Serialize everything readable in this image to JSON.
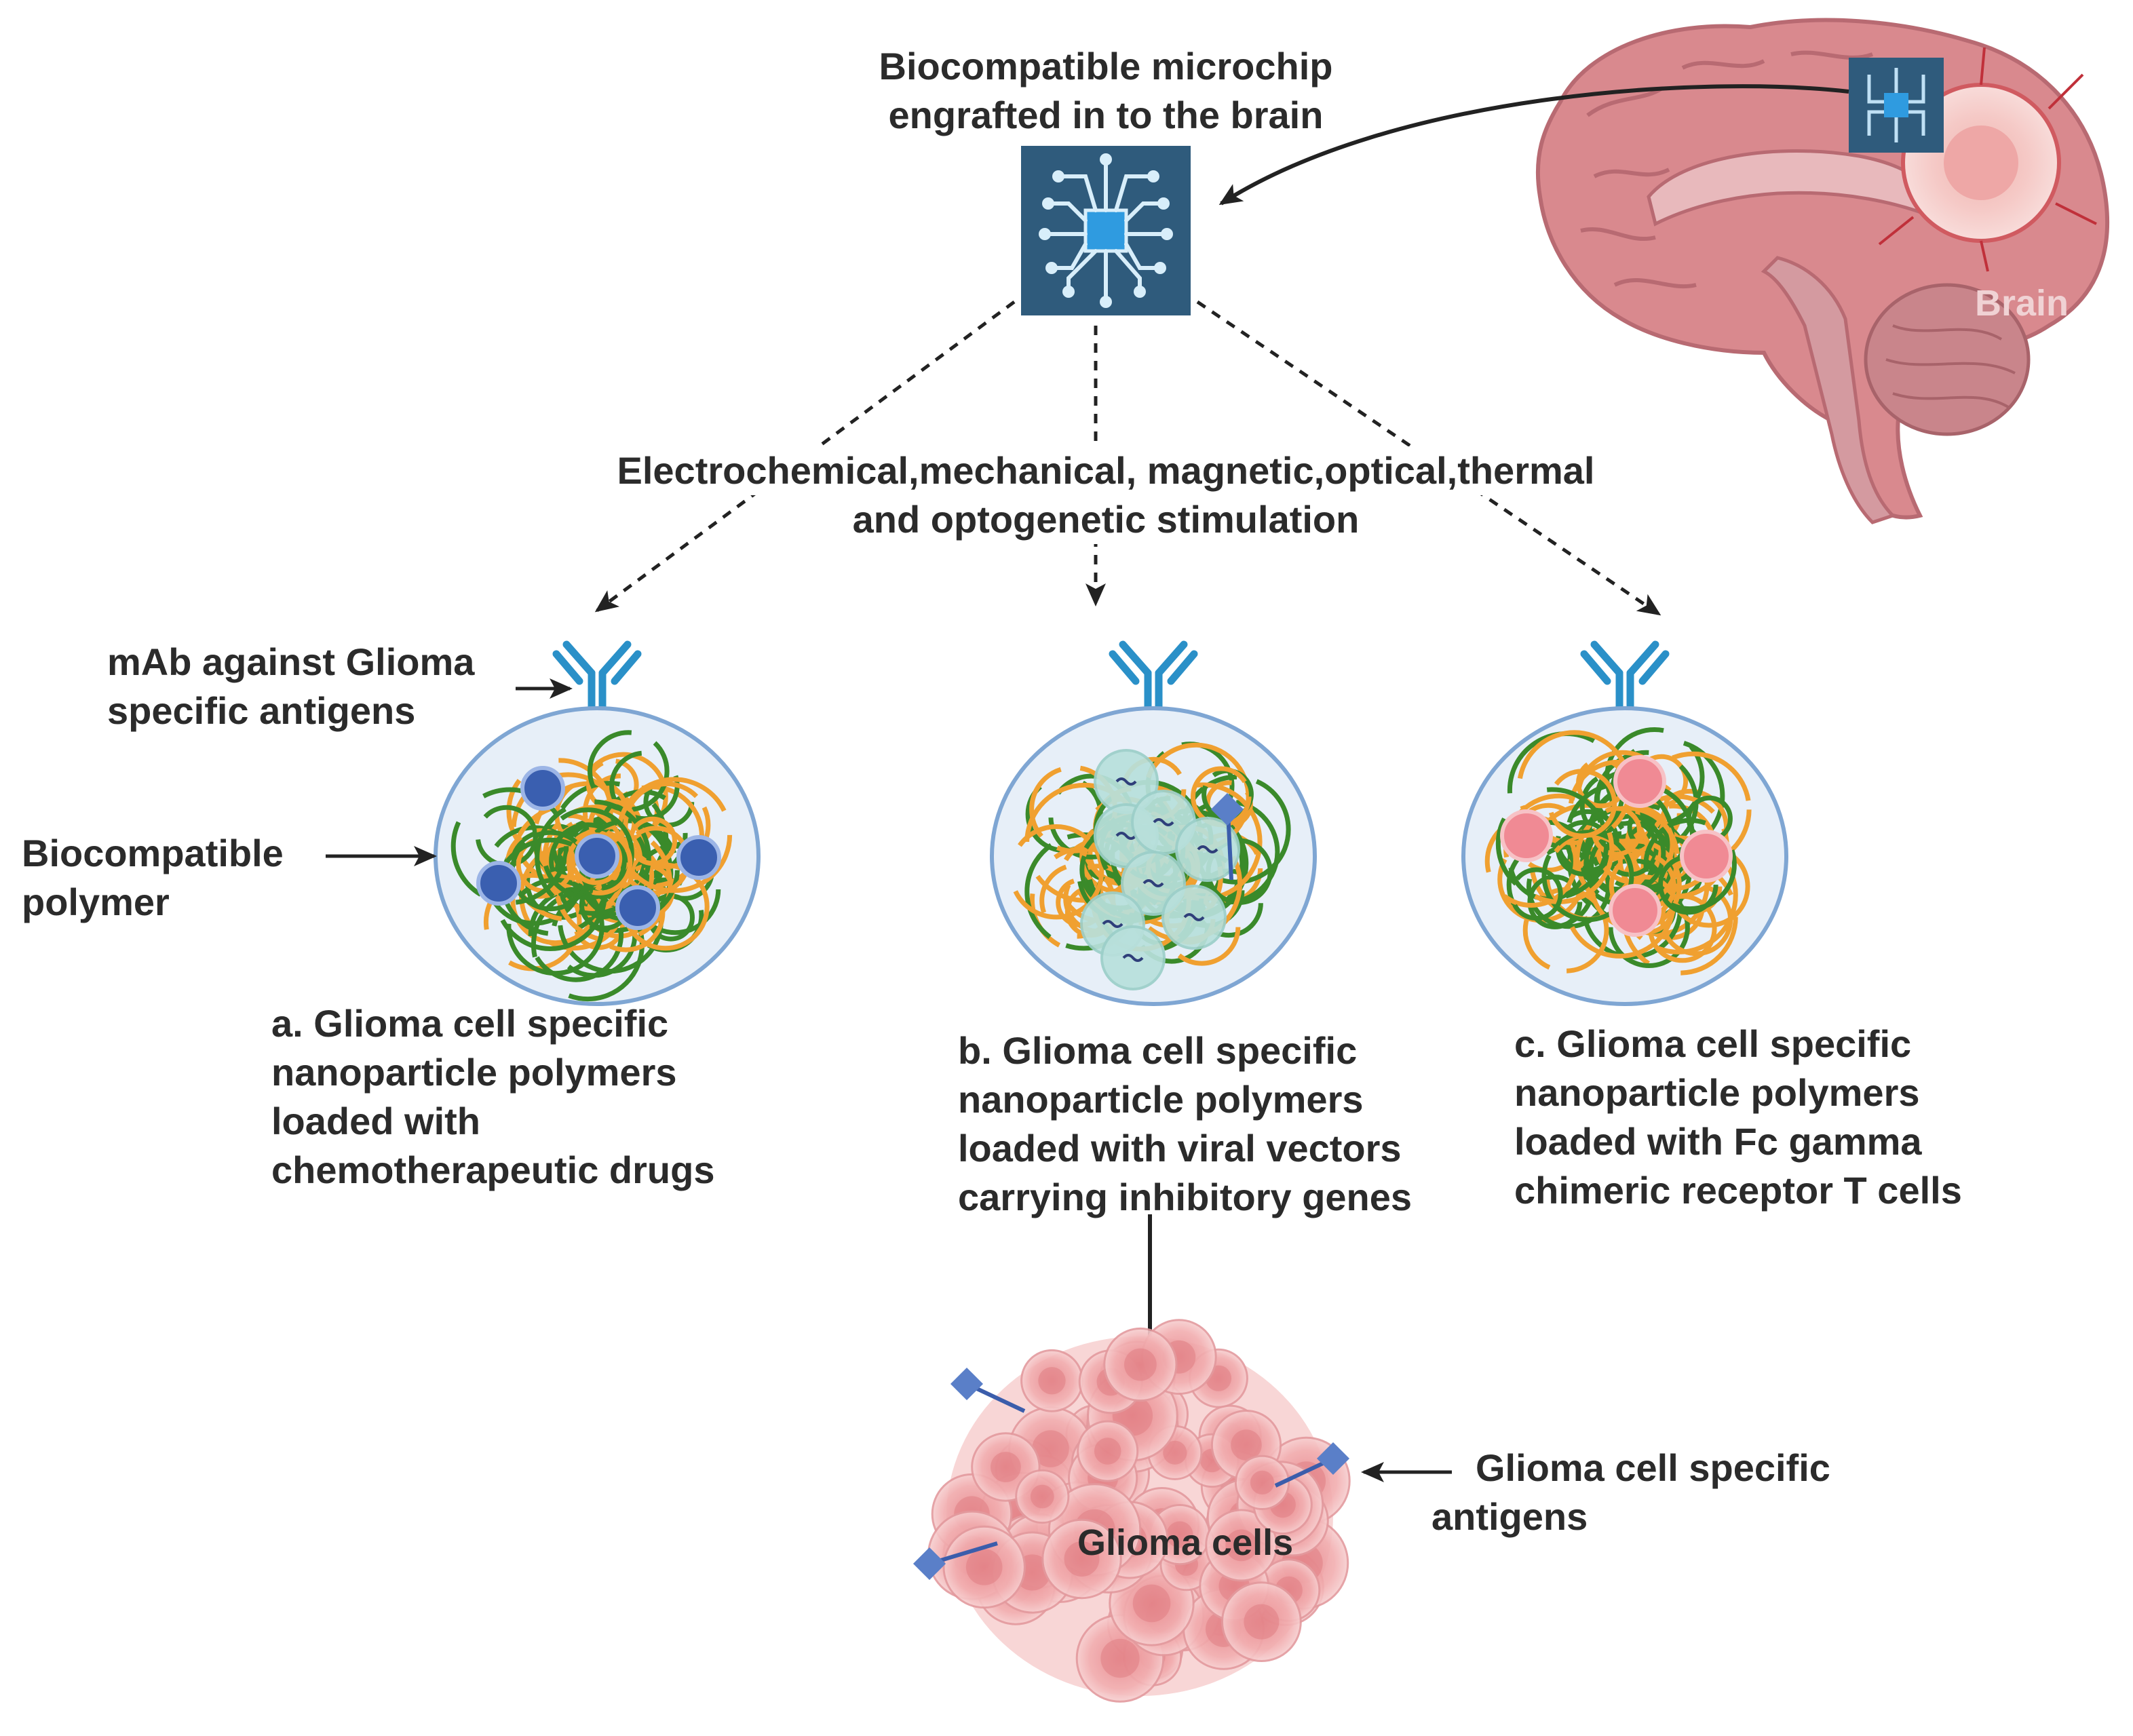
{
  "colors": {
    "chip_bg": "#2f5b7c",
    "chip_core": "#2f9be0",
    "polymer_orange": "#f0a030",
    "polymer_green": "#3a8a2a",
    "drug_blue": "#3a5fb0",
    "viral_vector": "#b8e0dc",
    "tcell_pink": "#f08a94",
    "antibody_blue": "#2a90c8",
    "glioma_pink": "#f2a8aa",
    "brain_pink": "#d9898e",
    "antigen_blue": "#5a7fc8"
  },
  "labels": {
    "microchip": [
      "Biocompatible microchip",
      "engrafted in to the brain"
    ],
    "brain": "Brain",
    "stimulation": [
      "Electrochemical,mechanical, magnetic,optical,thermal",
      "and optogenetic stimulation"
    ],
    "mab": [
      "mAb against Glioma",
      "specific antigens"
    ],
    "polymer": [
      "Biocompatible",
      "polymer"
    ],
    "panel_a": [
      "a. Glioma cell specific",
      "nanoparticle polymers",
      "loaded with",
      "chemotherapeutic drugs"
    ],
    "panel_b": [
      "b. Glioma cell specific",
      "nanoparticle polymers",
      "loaded with viral vectors",
      "carrying inhibitory genes"
    ],
    "panel_c": [
      "c. Glioma cell specific",
      "nanoparticle polymers",
      "loaded with Fc gamma",
      "chimeric receptor T cells"
    ],
    "glioma_cells": "Glioma cells",
    "antigens": [
      "Glioma cell specific",
      "antigens"
    ]
  }
}
